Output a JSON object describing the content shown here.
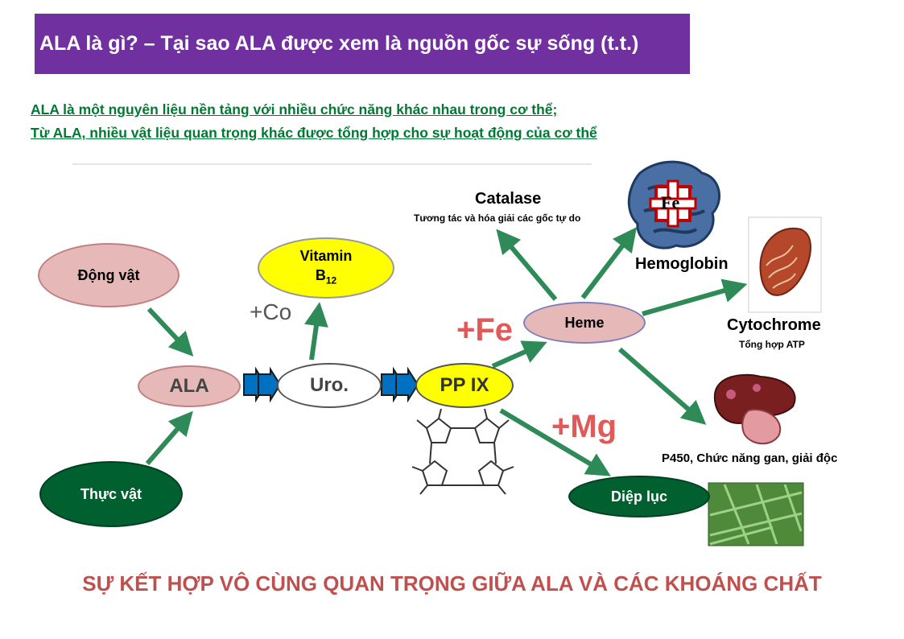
{
  "title": "ALA là gì? – Tại sao ALA được xem là nguồn gốc sự sống (t.t.)",
  "subtitle": {
    "line1": "ALA là một nguyên liệu nền tảng với nhiều chức năng khác nhau trong cơ thể;",
    "line2": "Từ ALA, nhiều vật liệu quan trọng khác được tổng hợp cho sự hoạt động của cơ thể"
  },
  "nodes": {
    "dong_vat": "Động vật",
    "thuc_vat": "Thực vật",
    "ala": "ALA",
    "uro": "Uro.",
    "pp_ix": "PP IX",
    "vitamin": "Vitamin",
    "vitamin_b": "B",
    "vitamin_sub": "12",
    "heme": "Heme",
    "diep_luc": "Diệp lục"
  },
  "labels": {
    "co": "+Co",
    "fe": "+Fe",
    "mg": "+Mg",
    "catalase": "Catalase",
    "catalase_desc": "Tương tác và hóa giải các gốc tự do",
    "hemoglobin": "Hemoglobin",
    "fe_symbol": "Fe",
    "cytochrome": "Cytochrome",
    "cytochrome_desc": "Tổng hợp ATP",
    "p450": "P450, Chức năng gan, giải độc"
  },
  "bottom_text": "SỰ KẾT HỢP VÔ CÙNG QUAN TRỌNG GIỮA ALA VÀ CÁC KHOÁNG CHẤT",
  "colors": {
    "title_bg": "#7030a0",
    "subtitle": "#007a33",
    "animal": "#e6b9b8",
    "plant": "#006030",
    "vitamin": "#ffff00",
    "arrow": "#2e8b57",
    "bottom": "#c0504d"
  }
}
